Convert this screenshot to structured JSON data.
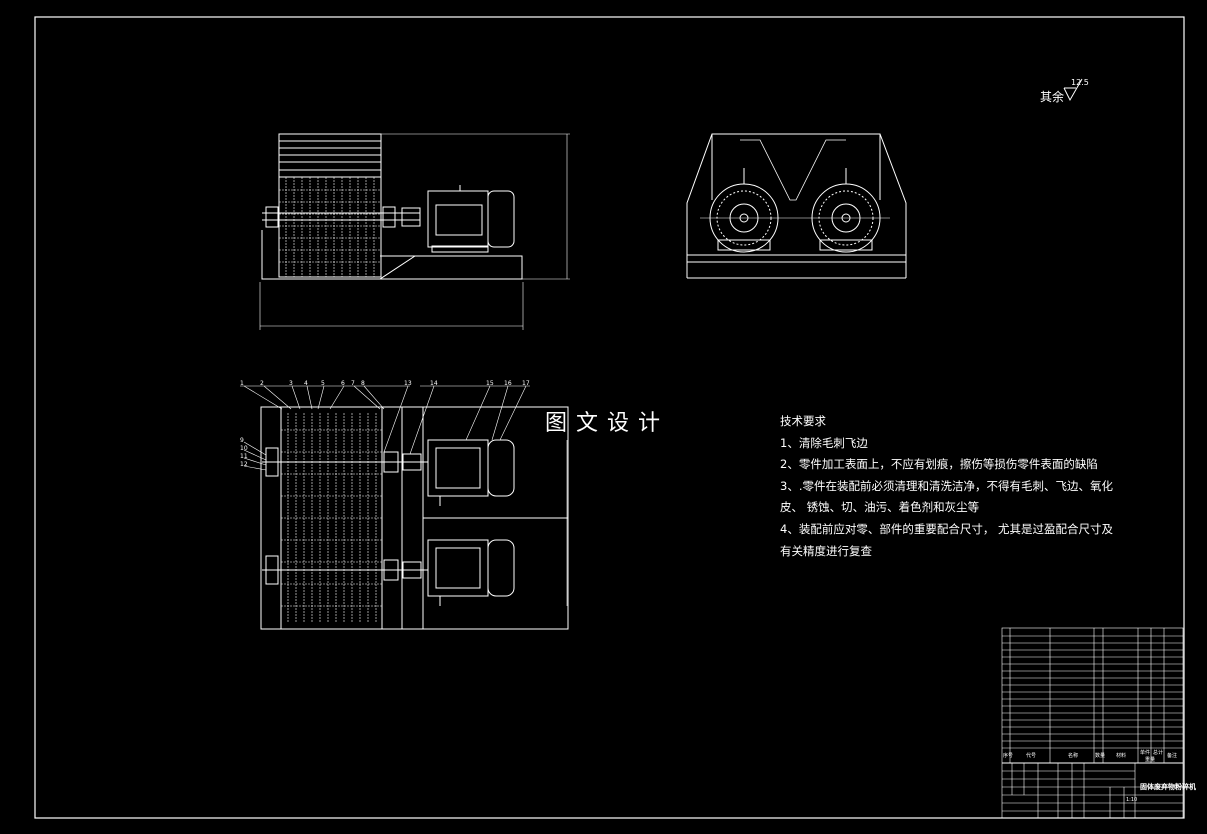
{
  "roughness": {
    "label": "其余",
    "value": "12.5"
  },
  "watermark": "图文设计",
  "technical_requirements": {
    "title": "技术要求",
    "items": [
      "1、清除毛刺飞边",
      "2、零件加工表面上，不应有划痕，擦伤等损伤零件表面的缺陷",
      "3、.零件在装配前必须清理和清洗洁净，不得有毛刺、飞边、氧化",
      "皮、 锈蚀、切、油污、着色剂和灰尘等",
      "4、装配前应对零、部件的重要配合尺寸， 尤其是过盈配合尺寸及",
      "有关精度进行复查"
    ]
  },
  "part_balloons": {
    "top_row": [
      "1",
      "2",
      "3",
      "4",
      "5",
      "6",
      "7",
      "8",
      "13",
      "14",
      "15",
      "16",
      "17"
    ],
    "side_column": [
      "9",
      "10",
      "11",
      "12"
    ]
  },
  "title_block": {
    "drawing_name": "固体废弃物粉碎机",
    "header_labels": [
      "序号",
      "代号",
      "名称",
      "数量",
      "材料",
      "单件",
      "总计",
      "重量",
      "备注"
    ],
    "scale": "1:10"
  }
}
